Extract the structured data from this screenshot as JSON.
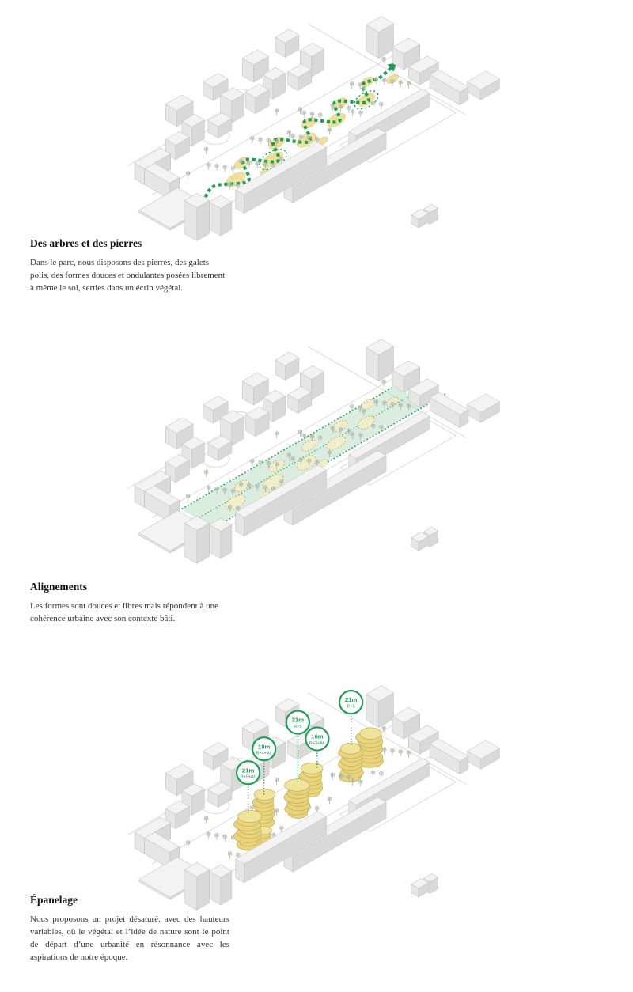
{
  "sections": [
    {
      "id": "arbres-et-pierres",
      "title": "Des arbres et des pierres",
      "body": "Dans le parc, nous disposons des pierres, des galets polis, des formes douces et ondulantes posées librement à même le sol, serties dans un écrin végétal."
    },
    {
      "id": "alignements",
      "title": "Alignements",
      "body": "Les formes sont douces et libres mais répondent à une cohérence urbaine avec son contexte bâti."
    },
    {
      "id": "epanelage",
      "title": "Épanelage",
      "body": "Nous proposons un projet désaturé, avec des hauteurs variables, où le végétal et l’idée de nature sont le point de départ d’une urbanité en résonnance avec les aspirations de notre époque."
    }
  ],
  "height_labels": [
    {
      "height": "21m",
      "floors": "R+5+At."
    },
    {
      "height": "19m",
      "floors": "R+4+At."
    },
    {
      "height": "21m",
      "floors": "R+5"
    },
    {
      "height": "16m",
      "floors": "R+3+At."
    },
    {
      "height": "21m",
      "floors": "R+5"
    }
  ],
  "colors": {
    "green": "#1f9d55",
    "band_fill": "#b7dcc2",
    "blob_fill": "#ecdf97",
    "blob_stroke": "#d8c470",
    "tower_fill": "#e7d47c",
    "tower_top": "#f0e49c",
    "tower_stroke": "#c3ad55",
    "iso_top": "#f3f3f3",
    "iso_left": "#e6e6e6",
    "iso_right": "#d9d9d9",
    "iso_stroke": "#c2c2c2",
    "road": "#d9d9d9",
    "tree": "#a9b4a6",
    "text": "#2b2b2b"
  }
}
